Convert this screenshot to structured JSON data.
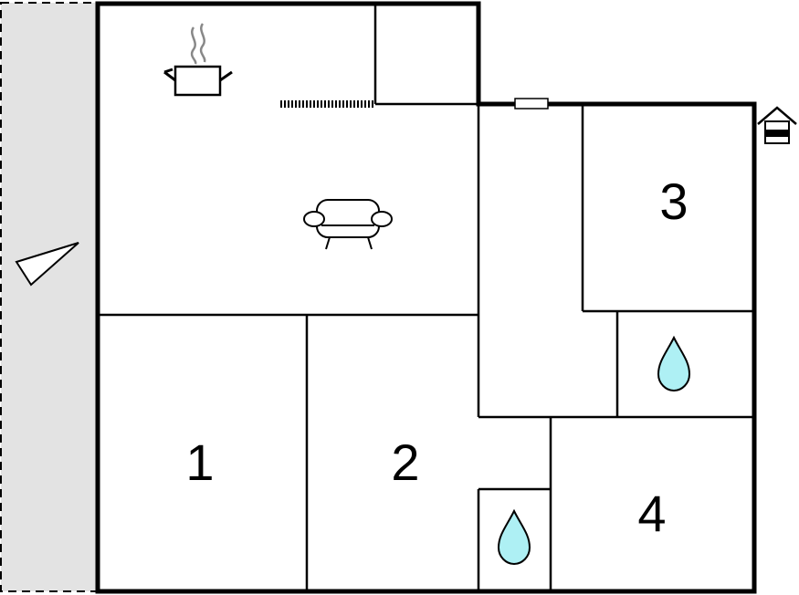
{
  "rooms": [
    {
      "id": "1",
      "label": "1"
    },
    {
      "id": "2",
      "label": "2"
    },
    {
      "id": "3",
      "label": "3"
    },
    {
      "id": "4",
      "label": "4"
    }
  ],
  "icons": {
    "kitchen": "cooking-pot-icon",
    "living": "sofa-icon",
    "bathroom": "water-drop-icon",
    "entrance": "house-entrance-icon",
    "view": "view-direction-icon"
  },
  "colors": {
    "wall": "#000000",
    "terrace": "#e3e3e3",
    "water": "#aef0f4",
    "steam": "#888888"
  }
}
